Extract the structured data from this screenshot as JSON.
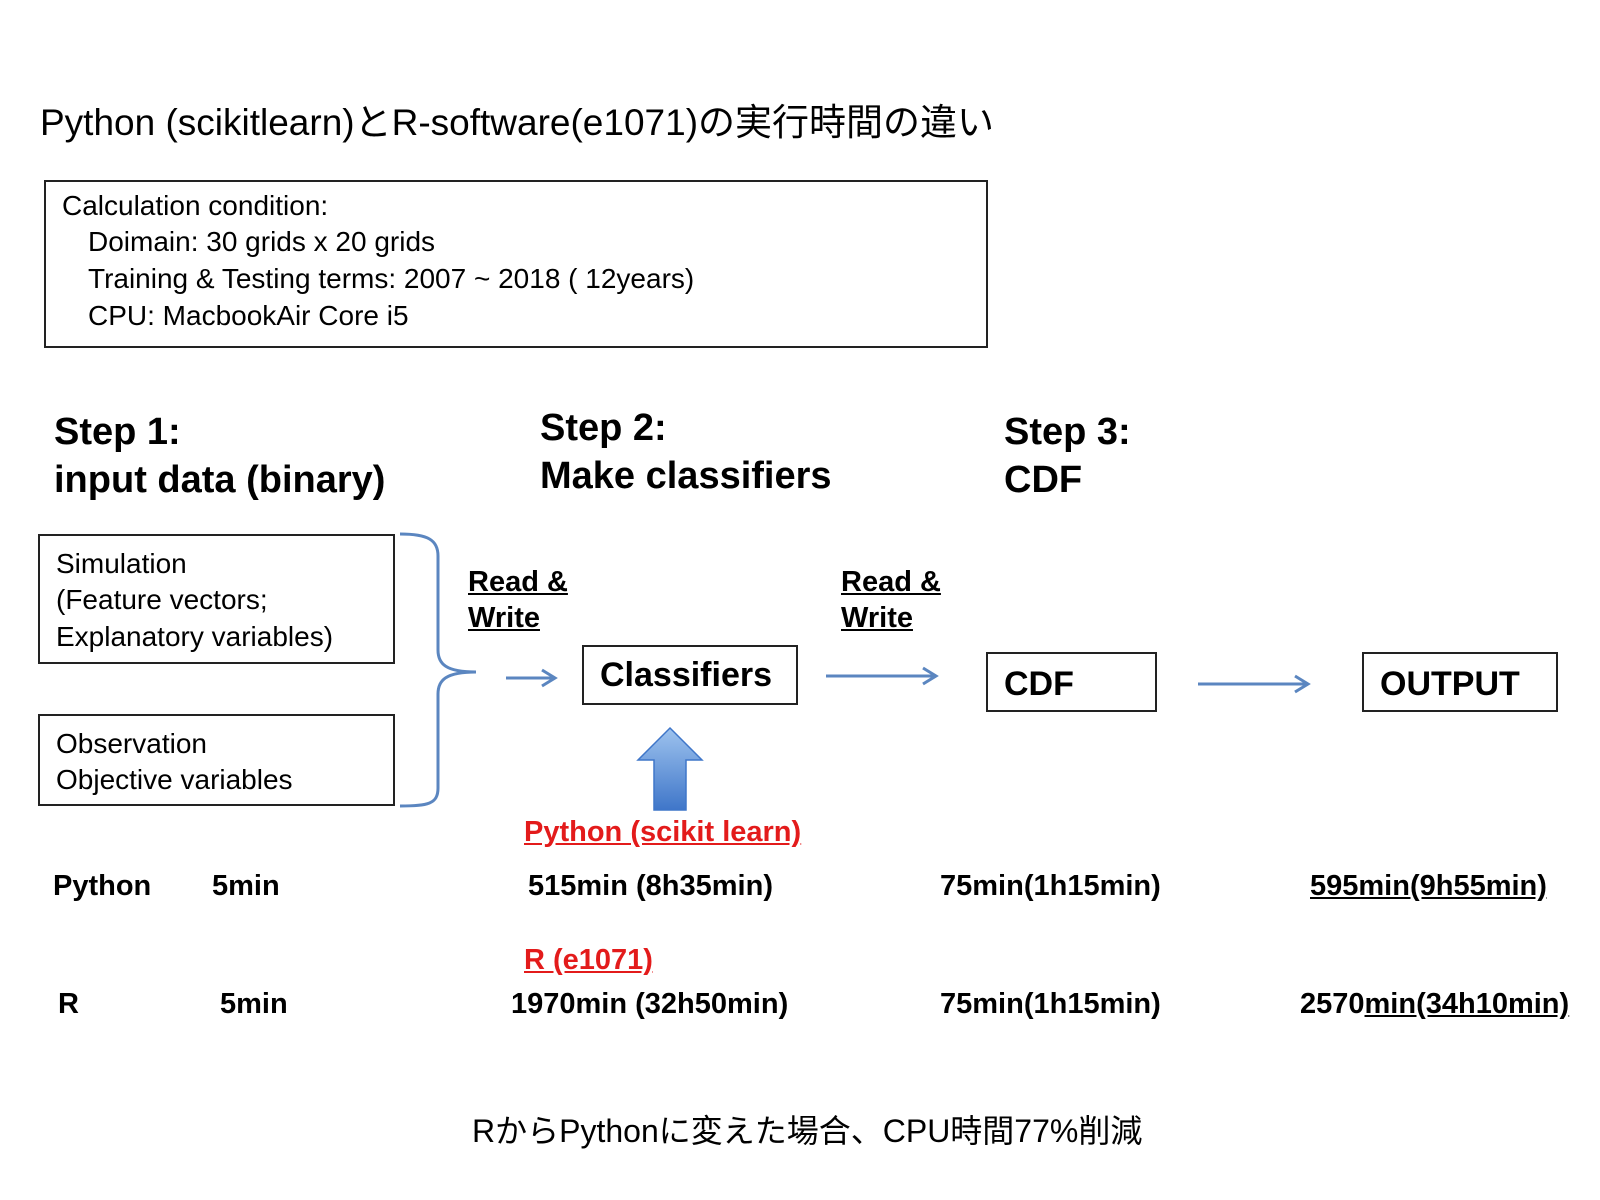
{
  "title": "Python (scikitlearn)とR-software(e1071)の実行時間の違い",
  "condition": {
    "heading": "Calculation condition:",
    "lines": [
      "Doimain: 30 grids x 20 grids",
      "Training & Testing terms: 2007 ~ 2018 ( 12years)",
      "CPU: MacbookAir Core i5"
    ]
  },
  "steps": [
    {
      "label": "Step 1:",
      "desc": "input data (binary)"
    },
    {
      "label": "Step 2:",
      "desc": "Make classifiers"
    },
    {
      "label": "Step 3:",
      "desc": "CDF"
    }
  ],
  "inputs": {
    "simulation": [
      "Simulation",
      "(Feature vectors;",
      "Explanatory variables)"
    ],
    "observation": [
      "Observation",
      "Objective variables"
    ]
  },
  "read_write": [
    "Read &",
    "Write"
  ],
  "nodes": {
    "classifiers": "Classifiers",
    "cdf": "CDF",
    "output": "OUTPUT"
  },
  "libraries": {
    "python": "Python (scikit learn)",
    "r": "R (e1071)"
  },
  "timings": {
    "python": {
      "name": "Python",
      "step1": "5min",
      "step2": "515min (8h35min)",
      "step3": "75min(1h15min)",
      "total": "595min(9h55min)"
    },
    "r": {
      "name": "R",
      "step1": "5min",
      "step2": "1970min (32h50min)",
      "step3": "75min(1h15min)",
      "total_a": "2570",
      "total_b": "min(34h10min)"
    }
  },
  "footer": "RからPythonに変えた場合、CPU時間77%削減",
  "colors": {
    "arrow": "#5b86c0",
    "up_arrow_top": "#9ec3ee",
    "up_arrow_bottom": "#3f76c9",
    "library_label": "#e31b1b"
  }
}
